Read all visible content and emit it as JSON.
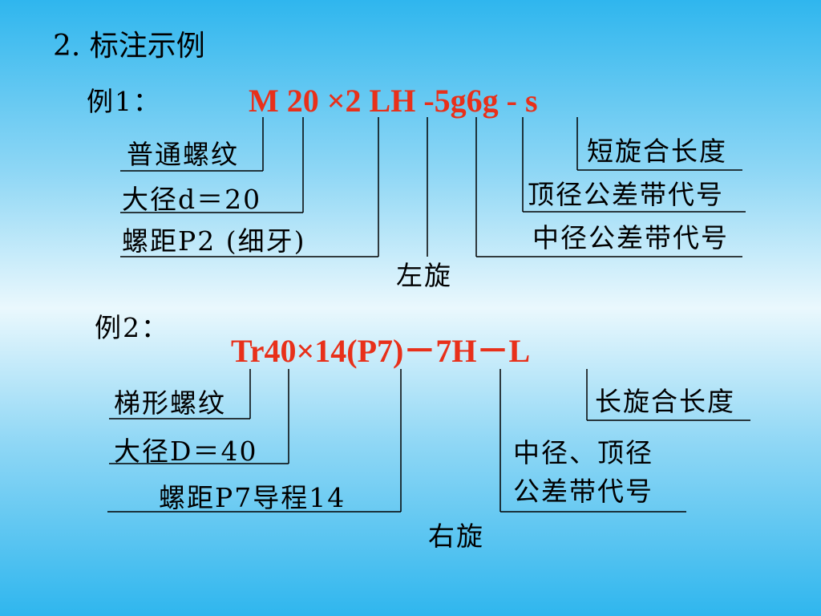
{
  "slide": {
    "title": "2. 标注示例",
    "example1": {
      "label": "例1：",
      "code": "M 20 ×2 LH -5g6g - s",
      "annotations": {
        "thread_type": "普通螺纹",
        "major_diameter": "大径d＝20",
        "pitch": "螺距P2 (细牙)",
        "handedness": "左旋",
        "length_group": "短旋合长度",
        "crest_tolerance": "顶径公差带代号",
        "pitch_tolerance": "中径公差带代号"
      }
    },
    "example2": {
      "label": "例2：",
      "code": "Tr40×14(P7)－7H－L",
      "annotations": {
        "thread_type": "梯形螺纹",
        "major_diameter": "大径D＝40",
        "pitch_lead": "螺距P7导程14",
        "handedness": "右旋",
        "length_group": "长旋合长度",
        "tolerance_line1": "中径、顶径",
        "tolerance_line2": "公差带代号"
      }
    }
  }
}
